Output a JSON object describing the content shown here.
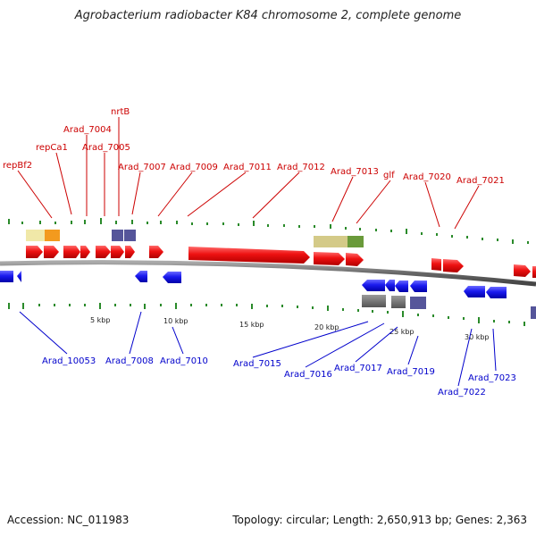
{
  "title": "Agrobacterium radiobacter K84 chromosome 2, complete genome",
  "accession_text": "Accession: NC_011983",
  "topology_text": "Topology: circular; Length: 2,650,913 bp; Genes: 2,363",
  "colors": {
    "forward_gene": "#ee1111",
    "reverse_gene": "#1a1aee",
    "top_label": "#cc0000",
    "bottom_label": "#0000cc",
    "tick": "#2a8a2a",
    "backbone": "#6b6b6b"
  },
  "top_labels": [
    "repBf2",
    "repCa1",
    "Arad_7004",
    "Arad_7005",
    "nrtB",
    "Arad_7007",
    "Arad_7009",
    "Arad_7011",
    "Arad_7012",
    "Arad_7013",
    "glf",
    "Arad_7020",
    "Arad_7021"
  ],
  "bottom_labels": [
    "Arad_10053",
    "Arad_7008",
    "Arad_7010",
    "Arad_7015",
    "Arad_7016",
    "Arad_7017",
    "Arad_7019",
    "Arad_7022",
    "Arad_7023"
  ],
  "scale_labels": [
    "5 kbp",
    "10 kbp",
    "15 kbp",
    "20 kbp",
    "25 kbp",
    "30 kbp"
  ]
}
